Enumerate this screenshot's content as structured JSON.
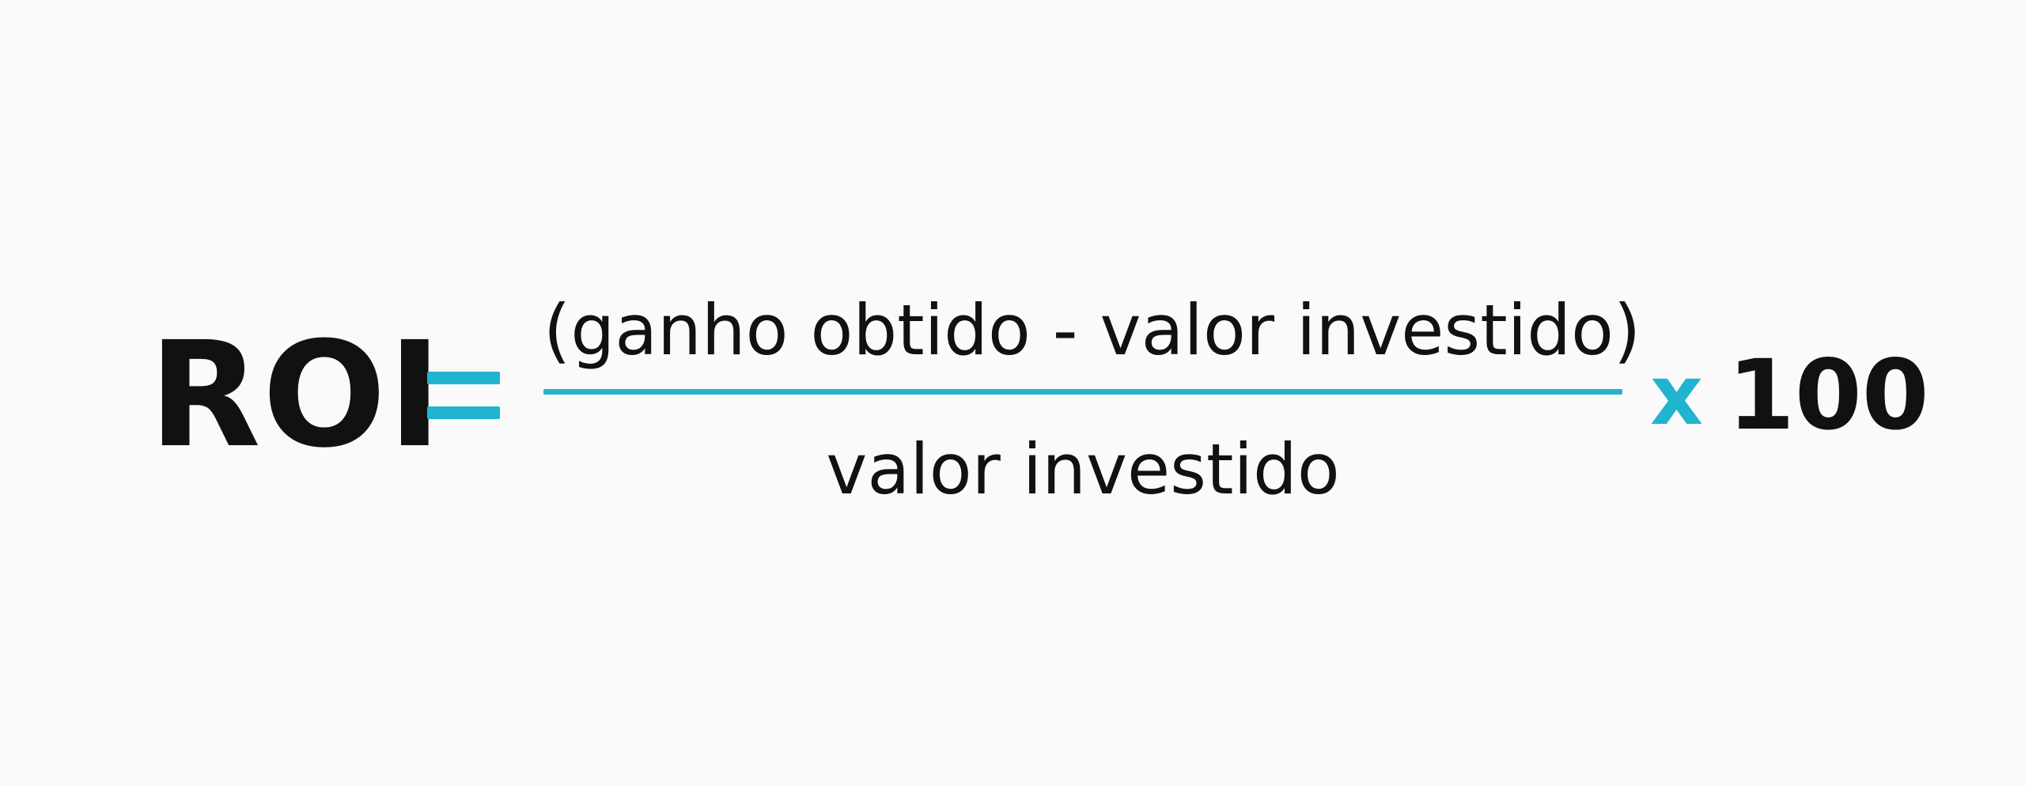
{
  "formula": {
    "lhs": "ROI",
    "equals": "=",
    "numerator": "(ganho obtido - valor investido)",
    "denominator": "valor investido",
    "times": "x",
    "multiplier": "100"
  },
  "colors": {
    "text": "#111111",
    "accent": "#20b4cf",
    "background": "#fafafa"
  }
}
